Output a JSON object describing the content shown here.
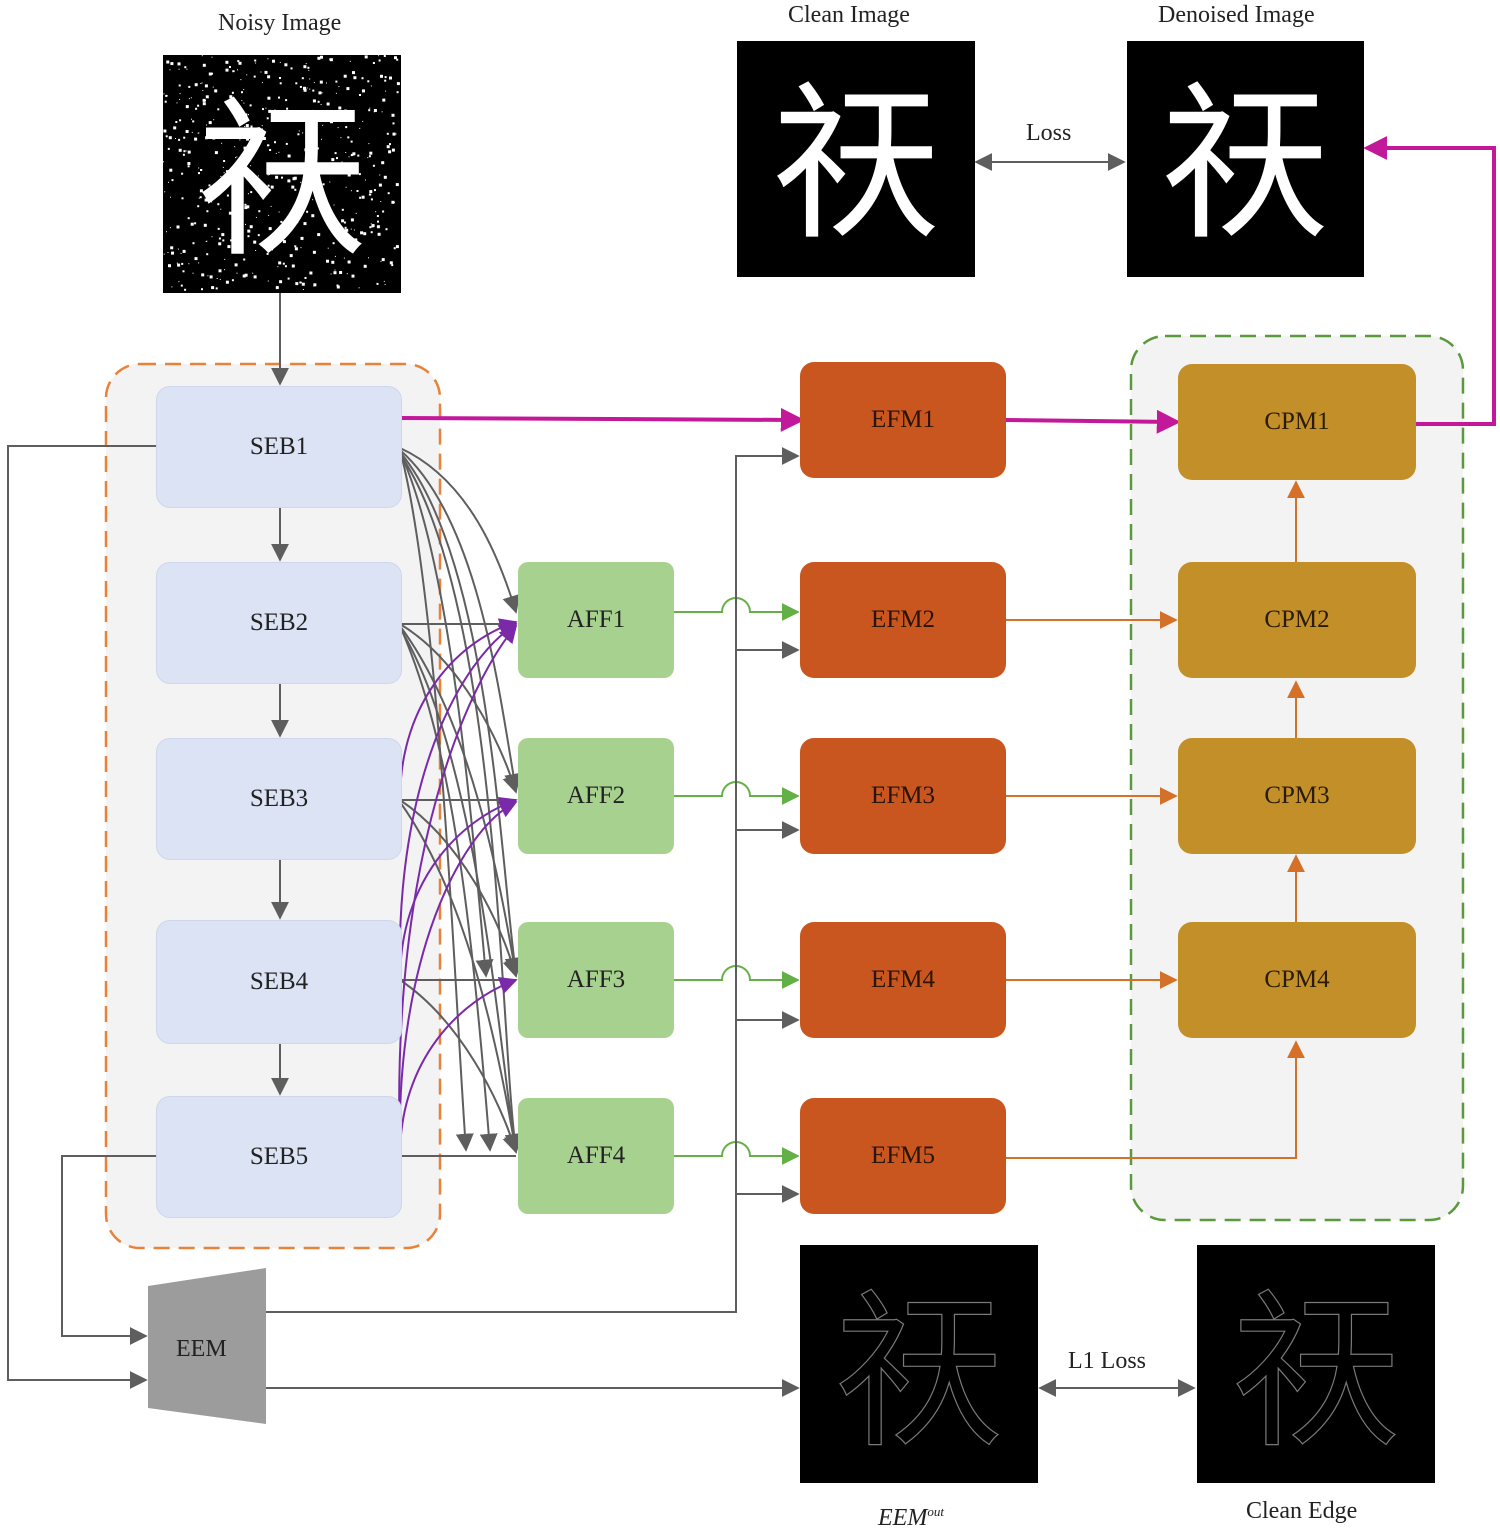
{
  "labels": {
    "noisy_image": "Noisy Image",
    "clean_image": "Clean Image",
    "denoised_image": "Denoised Image",
    "loss": "Loss",
    "l1_loss": "L1 Loss",
    "eem_out_base": "EEM",
    "eem_out_sup": "out",
    "clean_edge": "Clean Edge"
  },
  "glyph": "祆",
  "seb": [
    "SEB1",
    "SEB2",
    "SEB3",
    "SEB4",
    "SEB5"
  ],
  "aff": [
    "AFF1",
    "AFF2",
    "AFF3",
    "AFF4"
  ],
  "efm": [
    "EFM1",
    "EFM2",
    "EFM3",
    "EFM4",
    "EFM5"
  ],
  "cpm": [
    "CPM1",
    "CPM2",
    "CPM3",
    "CPM4"
  ],
  "eem": "EEM",
  "colors": {
    "encoder_group_border": "#e8823a",
    "cpm_group_border": "#5a9a3c",
    "seb_fill": "#dbe3f4",
    "aff_fill": "#a6d18e",
    "efm_fill": "#c8561e",
    "cpm_fill": "#c38f29",
    "eem_fill": "#9c9c9c",
    "main_path": "#c2189a",
    "skip_arrow": "#5e5e5e",
    "upward_arrow": "#7a2aa8",
    "aff_arrow": "#62b046",
    "efm_arrow": "#d47028"
  }
}
